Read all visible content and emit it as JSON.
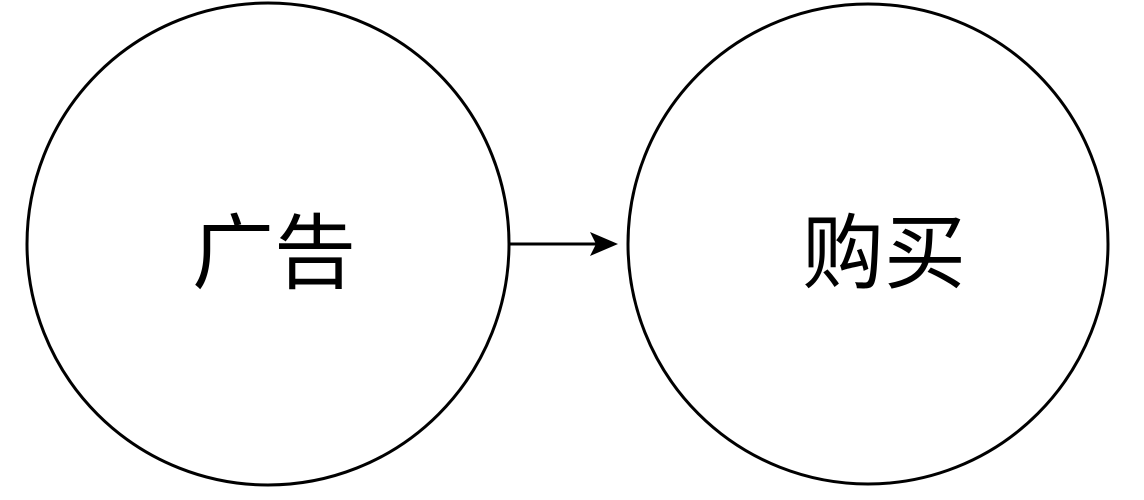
{
  "nodes": {
    "source": {
      "label": "广告"
    },
    "target": {
      "label": "购买"
    }
  },
  "edge": {
    "from": "source",
    "to": "target",
    "style": "solid-arrow"
  },
  "colors": {
    "stroke": "#000000",
    "background": "#ffffff"
  }
}
